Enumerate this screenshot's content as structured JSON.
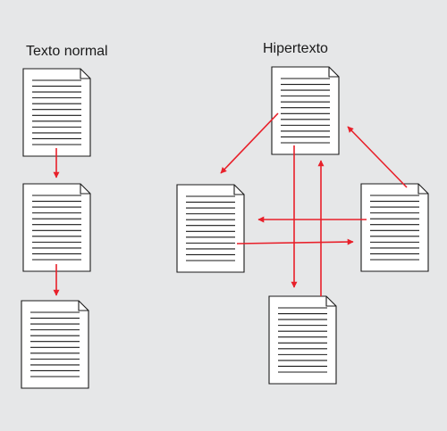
{
  "titles": {
    "normal_text": "Texto normal",
    "hypertext": "Hipertexto"
  },
  "colors": {
    "background": "#e6e7e8",
    "arrow": "#e8202a",
    "page_fill": "#ffffff",
    "page_line": "#1a1a1a"
  },
  "groups": {
    "normal_text": {
      "documents": [
        "doc-1",
        "doc-2",
        "doc-3"
      ],
      "links": [
        [
          "doc-1",
          "doc-2"
        ],
        [
          "doc-2",
          "doc-3"
        ]
      ]
    },
    "hypertext": {
      "documents": [
        "top",
        "left",
        "right",
        "bottom"
      ],
      "links": [
        [
          "top",
          "left"
        ],
        [
          "top",
          "bottom"
        ],
        [
          "bottom",
          "top"
        ],
        [
          "right",
          "top"
        ],
        [
          "right",
          "left"
        ],
        [
          "left",
          "right"
        ]
      ]
    }
  }
}
